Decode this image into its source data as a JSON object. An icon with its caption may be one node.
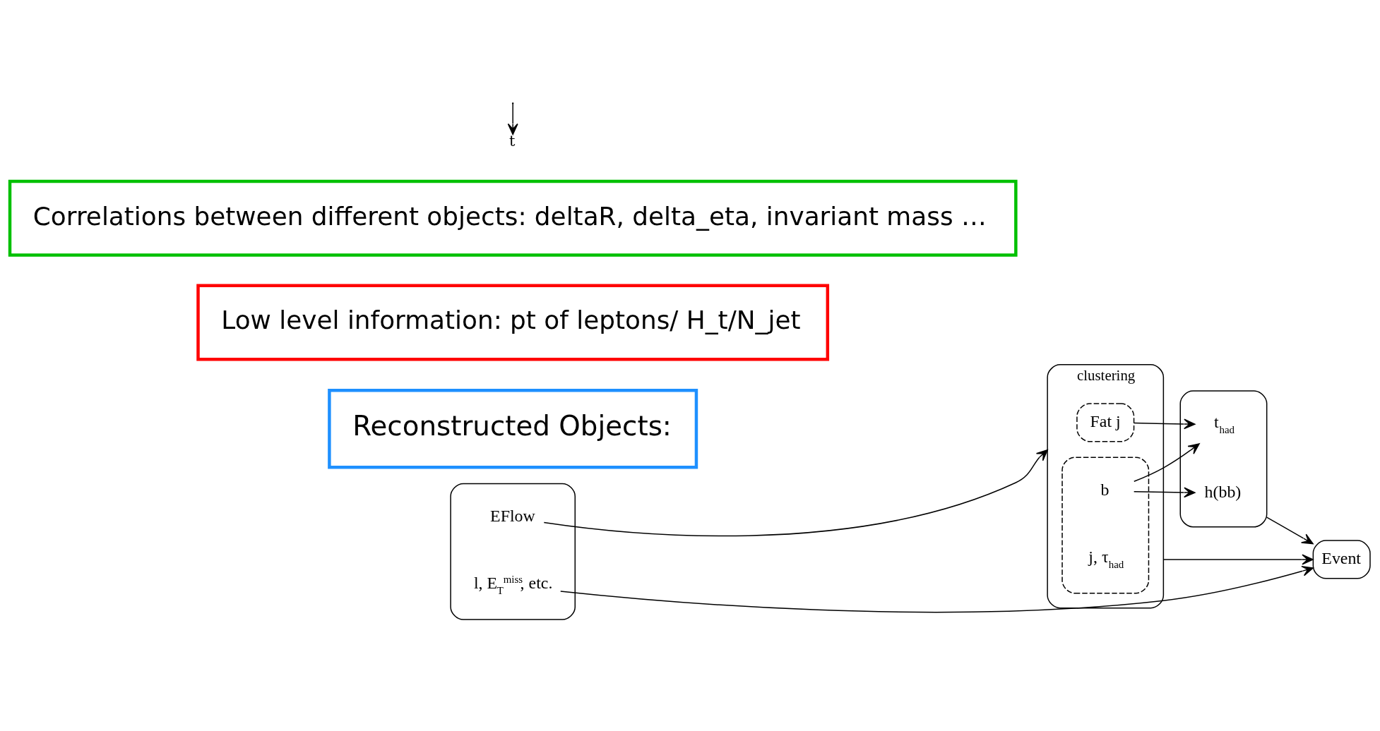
{
  "diagram": {
    "nodes": [
      {
        "text": [],
        "shape": "box"
      },
      {
        "text": [
          "EFlow"
        ],
        "in": 0
      },
      {
        "text": [
          "l, E$_{T}$$^{miss}$, etc."
        ],
        "in": 0
      },
      {
        "text": [
          "clustering"
        ]
      },
      {
        "text": [
          "Fat j"
        ],
        "in": 3
      },
      {
        "text": [],
        "shape": "box",
        "in": 3
      },
      {
        "text": [
          "b"
        ],
        "in": 5
      },
      {
        "text": [
          "j, τ$_{had}$"
        ],
        "in": 5
      },
      {
        "text": [],
        "shape": "box"
      },
      {
        "text": [
          "t$_{had}$"
        ],
        "in": 8
      },
      {
        "text": [
          "h(bb)"
        ],
        "in": 8
      },
      {
        "text": [
          "Event"
        ]
      },
      {
        "text": [
          "Reconstructed Objects:"
        ]
      },
      {
        "text": [
          "Low level information: pt of leptons/ H_t/N_jet"
        ]
      },
      {
        "text": [
          "Correlations between different objects: deltaR, delta_eta, invariant mass …"
        ]
      },
      {
        "text": [
          "t"
        ]
      }
    ],
    "edges": [
      {
        "from": 1,
        "to": 3,
        "arrow": "to"
      },
      {
        "from": 4,
        "to": 9,
        "arrow": "to"
      },
      {
        "from": 6,
        "to": 9,
        "arrow": "to"
      },
      {
        "from": 6,
        "to": 10,
        "arrow": "to"
      },
      {
        "from": 3,
        "to": 11,
        "arrow": "to"
      },
      {
        "from": 8,
        "to": 11,
        "arrow": "to"
      },
      {
        "from": 2,
        "to": 11,
        "arrow": "to"
      },
      {
        "from": null,
        "to": 15,
        "arrow": "to"
      }
    ]
  }
}
